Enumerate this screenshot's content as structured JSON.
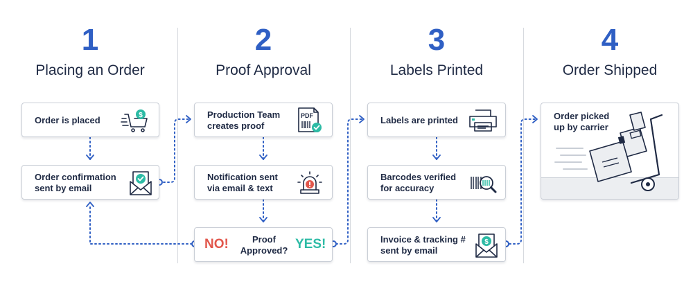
{
  "steps": [
    {
      "number": "1",
      "title": "Placing an Order"
    },
    {
      "number": "2",
      "title": "Proof Approval"
    },
    {
      "number": "3",
      "title": "Labels Printed"
    },
    {
      "number": "4",
      "title": "Order Shipped"
    }
  ],
  "boxes": {
    "order_placed": "Order is placed",
    "order_confirmation": "Order confirmation\nsent by email",
    "production_team": "Production Team\ncreates proof",
    "notification_sent": "Notification sent\nvia email & text",
    "proof_question": "Proof\nApproved?",
    "proof_no": "NO!",
    "proof_yes": "YES!",
    "labels_printed": "Labels are printed",
    "barcodes_verified": "Barcodes verified\nfor accuracy",
    "invoice_tracking": "Invoice & tracking #\nsent by email",
    "order_picked_up": "Order picked\nup by carrier"
  },
  "icons": {
    "cart": "shopping-cart-dollar-icon",
    "envelope_check": "envelope-check-icon",
    "pdf": "pdf-proof-icon",
    "alarm": "alarm-bell-icon",
    "printer": "printer-icon",
    "barcode_magnifier": "barcode-magnifier-icon",
    "envelope_dollar": "envelope-dollar-icon",
    "hand_truck": "hand-truck-boxes-icon"
  },
  "colors": {
    "accent_blue": "#2f5fc4",
    "no_red": "#e2574c",
    "yes_teal": "#2dbba5",
    "text_dark": "#1f2a44"
  }
}
